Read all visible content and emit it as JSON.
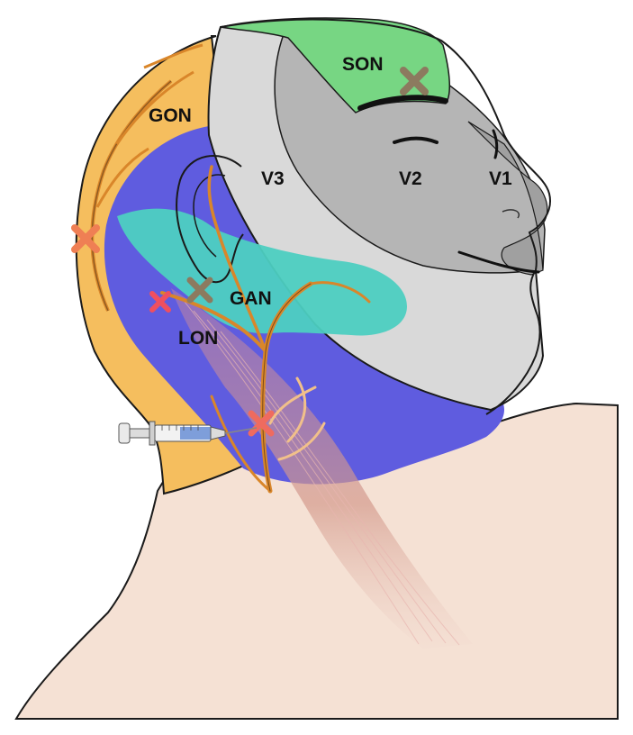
{
  "labels": {
    "son": "SON",
    "gon": "GON",
    "v3": "V3",
    "v2": "V2",
    "v1": "V1",
    "gan": "GAN",
    "lon": "LON"
  },
  "colors": {
    "background": "#ffffff",
    "outline": "#1a1a1a",
    "neck_skin": "#f5e1d4",
    "gon_region": "#f5be5e",
    "lon_region": "#5f5cdf",
    "gan_region": "#4dcfc1",
    "v3_region": "#d9d9d9",
    "v2_region": "#b5b5b5",
    "v1_region": "#a0a0a0",
    "son_region": "#77d683",
    "nerve": "#d9862a",
    "muscle": "#c98a8a",
    "marker_red": "#ef6b5f",
    "marker_gray": "#8c7a5f",
    "syringe_fluid": "#6a8fd6"
  },
  "icons": {
    "injection_site_marker": "cross-mark-icon",
    "syringe": "syringe-icon"
  }
}
